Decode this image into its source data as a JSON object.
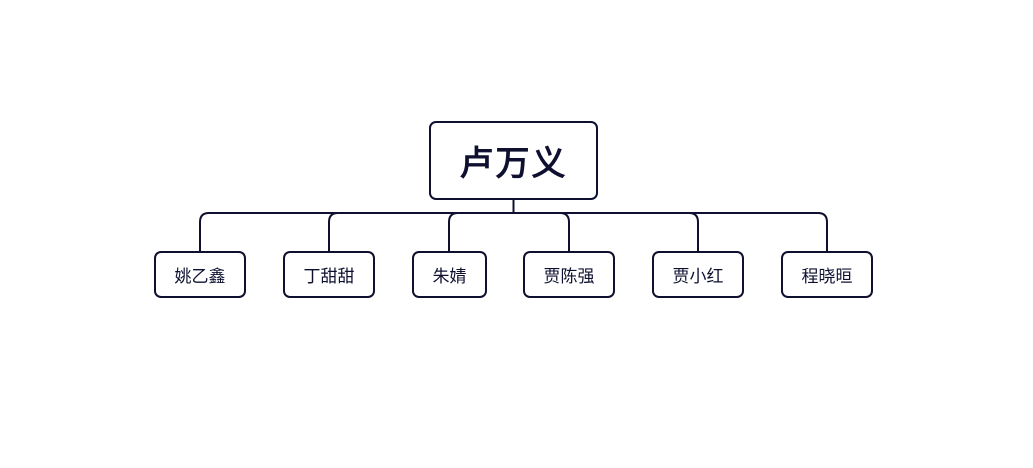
{
  "root": {
    "label": "卢万义"
  },
  "children": [
    {
      "label": "姚乙鑫"
    },
    {
      "label": "丁甜甜"
    },
    {
      "label": "朱婧"
    },
    {
      "label": "贾陈强"
    },
    {
      "label": "贾小红"
    },
    {
      "label": "程晓晅"
    }
  ],
  "colors": {
    "stroke": "#0f1030",
    "background": "#ffffff"
  }
}
